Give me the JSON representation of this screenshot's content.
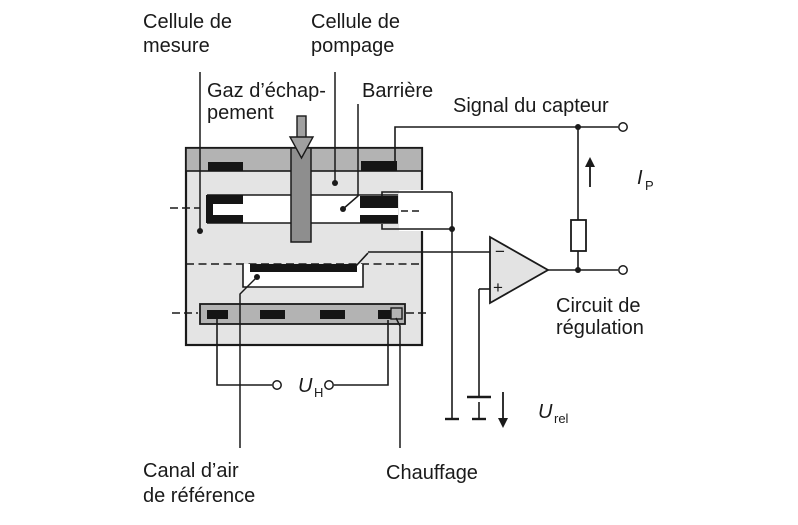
{
  "diagram": {
    "title_hint": "Wideband lambda sensor schematic (French)",
    "labels": {
      "measuring_cell": [
        "Cellule de",
        "mesure"
      ],
      "pumping_cell": [
        "Cellule de",
        "pompage"
      ],
      "exhaust_gas": [
        "Gaz d’échap-",
        "pement"
      ],
      "barrier": "Barrière",
      "sensor_signal": "Signal du capteur",
      "regulation_circuit": [
        "Circuit de",
        "régulation"
      ],
      "reference_air_channel": [
        "Canal d’air",
        "de référence"
      ],
      "heater": "Chauffage",
      "pump_current": {
        "symbol": "I",
        "subscript": "P"
      },
      "heater_voltage": {
        "symbol": "U",
        "subscript": "H"
      },
      "reference_voltage": {
        "symbol": "U",
        "subscript": "rel"
      },
      "opamp_minus": "−",
      "opamp_plus": "+"
    },
    "colors": {
      "body_fill": "#e4e4e4",
      "band_fill": "#b3b3b3",
      "gas_channel_fill": "#8e8e8e",
      "gas_arrow_fill": "#a0a0a0",
      "opamp_fill": "#e3e3e3",
      "line": "#1a1a1a",
      "electrode": "#151515",
      "background": "#ffffff"
    }
  }
}
